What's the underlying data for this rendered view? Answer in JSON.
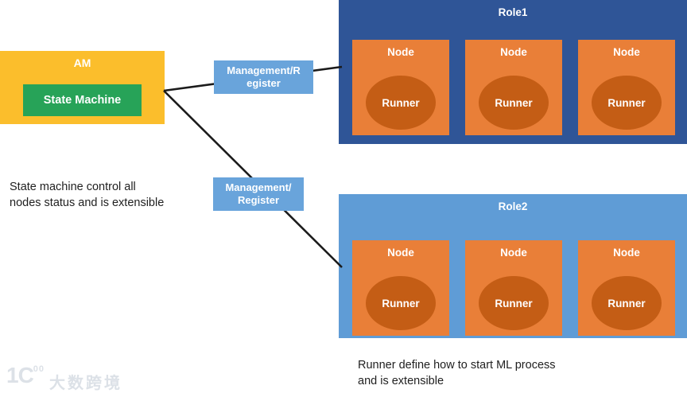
{
  "diagram": {
    "am": {
      "title": "AM",
      "state_machine_label": "State Machine"
    },
    "link_labels": [
      {
        "line1": "Management/R",
        "line2": "egister"
      },
      {
        "line1": "Management/",
        "line2": "Register"
      }
    ],
    "roles": [
      {
        "title": "Role1",
        "nodes": [
          {
            "label": "Node",
            "runner_label": "Runner"
          },
          {
            "label": "Node",
            "runner_label": "Runner"
          },
          {
            "label": "Node",
            "runner_label": "Runner"
          }
        ]
      },
      {
        "title": "Role2",
        "nodes": [
          {
            "label": "Node",
            "runner_label": "Runner"
          },
          {
            "label": "Node",
            "runner_label": "Runner"
          },
          {
            "label": "Node",
            "runner_label": "Runner"
          }
        ]
      }
    ],
    "annotations": {
      "state_machine_note_line1": "State machine control all",
      "state_machine_note_line2": "nodes status and is extensible",
      "runner_note_line1": "Runner define how to start ML process",
      "runner_note_line2": "and is extensible"
    },
    "watermark": {
      "mark": "1C",
      "mark_sup": "00",
      "brand": "大数跨境"
    }
  },
  "colors": {
    "am_fill": "#FBBE2C",
    "state_machine_fill": "#27A358",
    "role1_fill": "#2F5597",
    "role2_fill": "#5F9CD6",
    "link_label_fill": "#69A4DB",
    "node_fill": "#E97F38",
    "runner_fill": "#C45D15",
    "connector": "#1B1B1B",
    "note_text": "#1F1F1F",
    "watermark_text": "#DCE1E7"
  }
}
